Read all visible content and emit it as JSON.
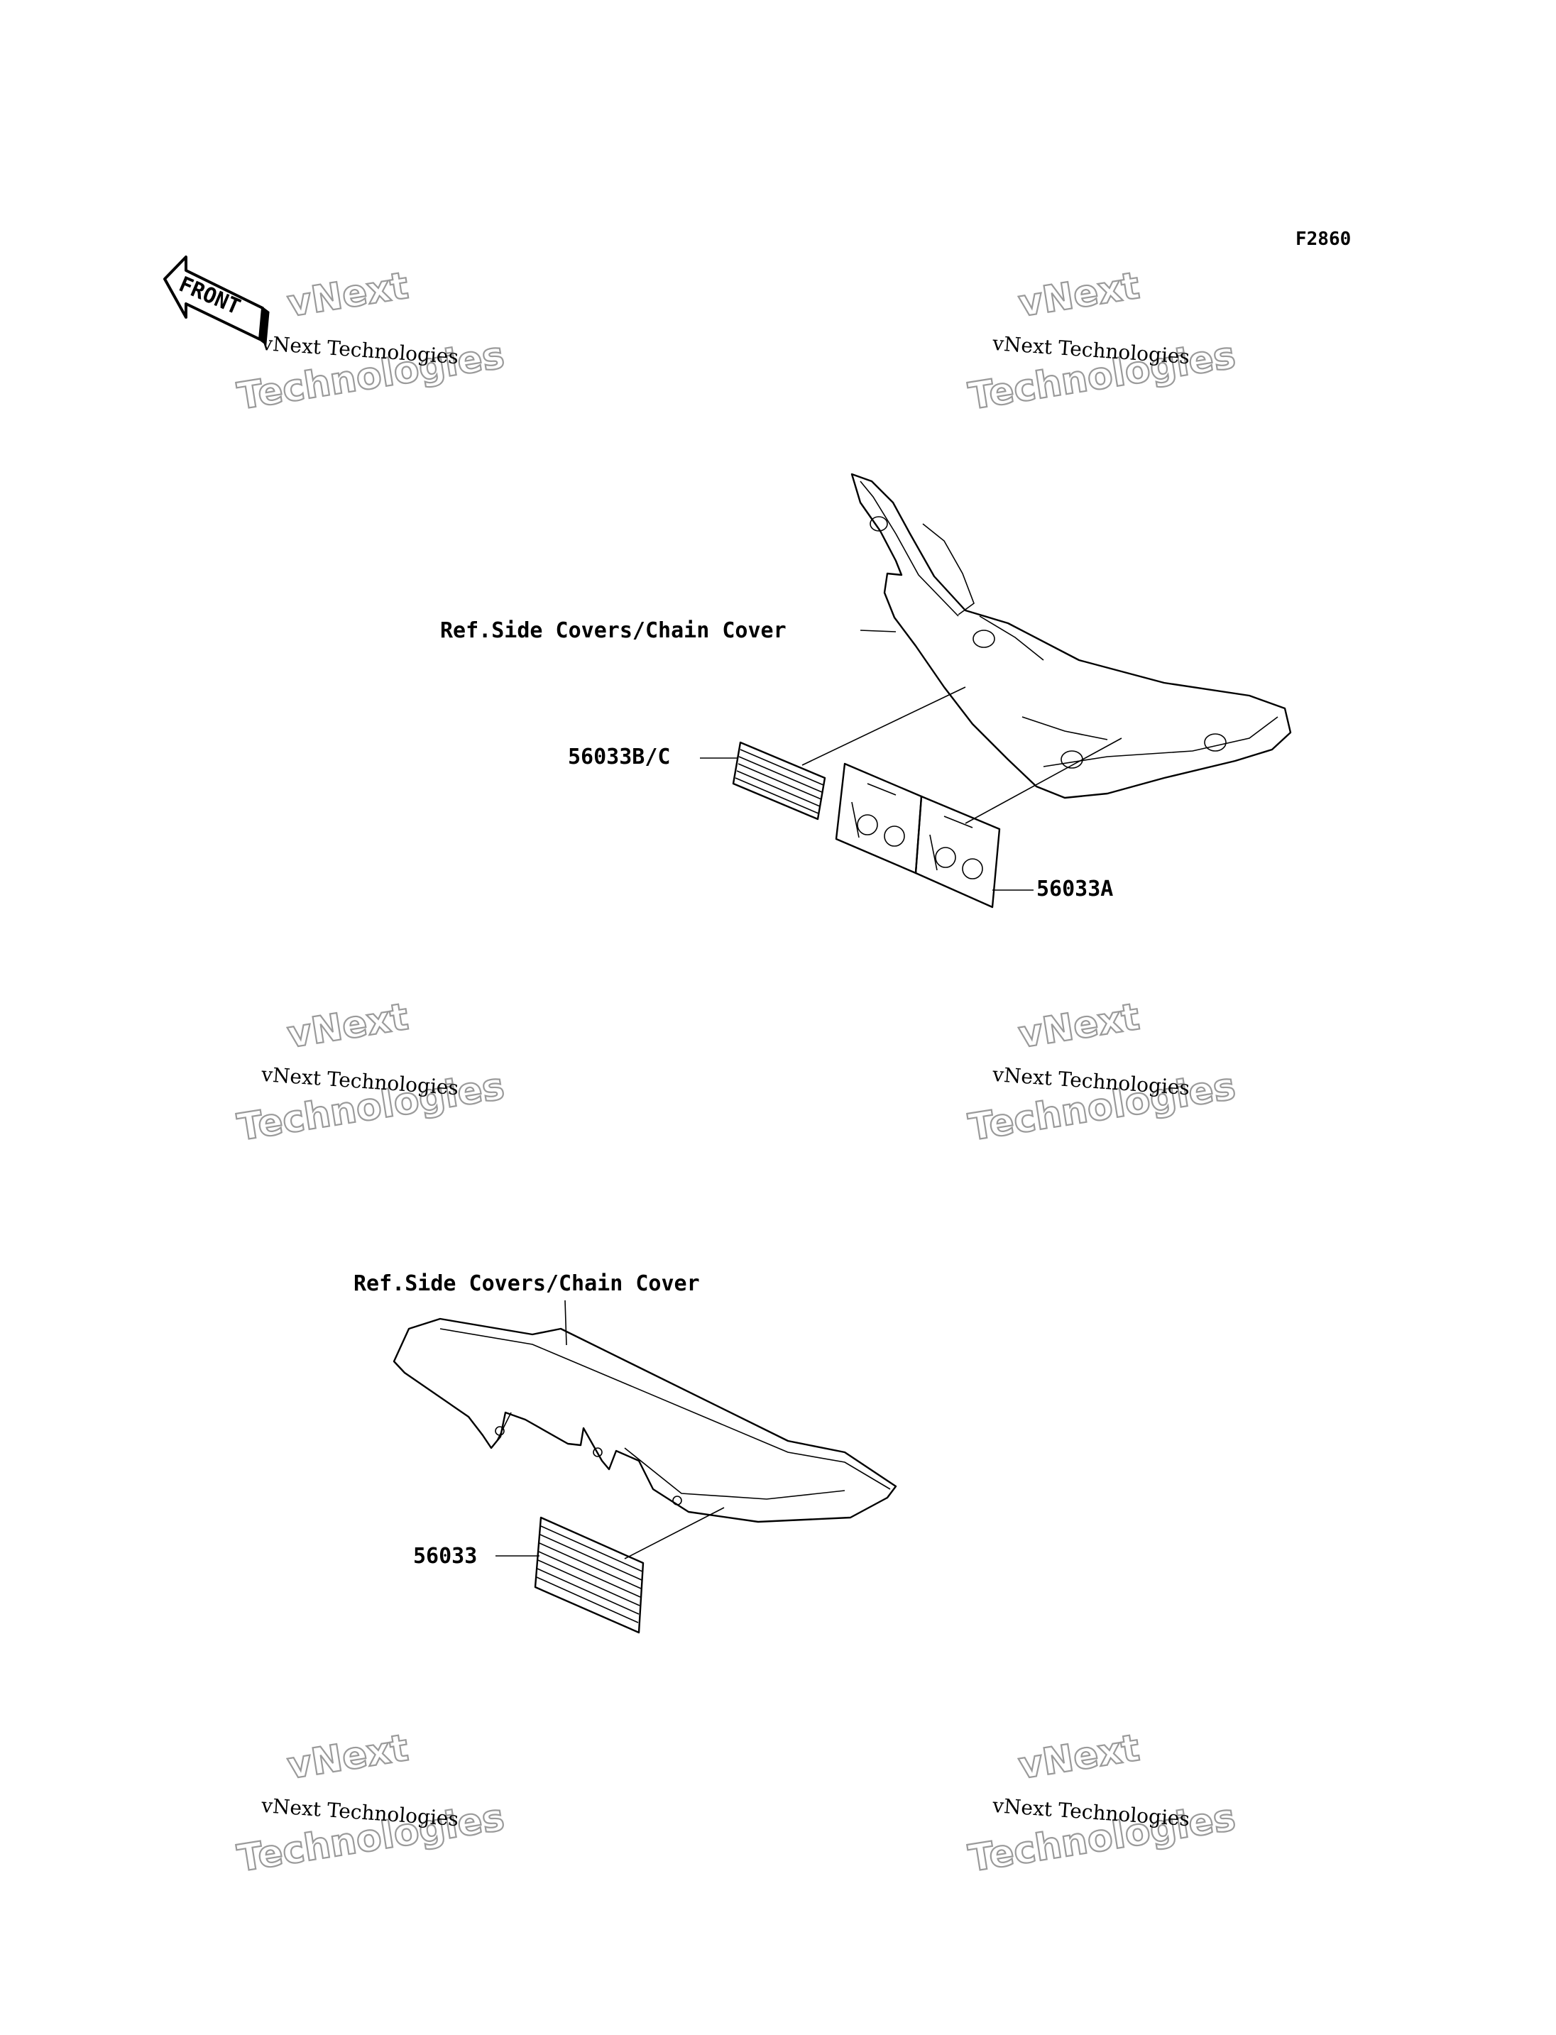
{
  "figure_code": "F2860",
  "front_marker": "FRONT",
  "callouts": {
    "ref_top": "Ref.Side Covers/Chain Cover",
    "part_b_c": "56033B/C",
    "part_a": "56033A",
    "ref_bottom": "Ref.Side Covers/Chain Cover",
    "part_base": "56033"
  },
  "watermark": {
    "line_small": "vNext Technologies",
    "line_big_1": "vNext",
    "line_big_2": "Technologies"
  }
}
